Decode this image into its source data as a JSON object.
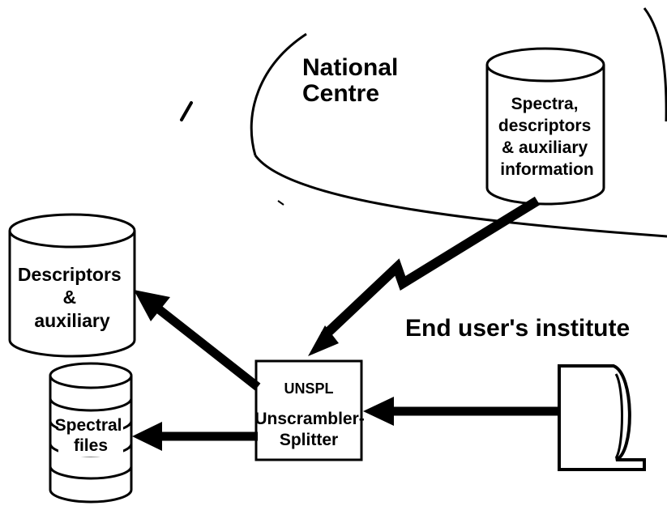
{
  "regions": {
    "national_centre": [
      "National",
      "Centre"
    ],
    "end_user_institute": "End user's institute"
  },
  "databases": {
    "central": [
      "Spectra,",
      "descriptors",
      "& auxiliary",
      "information"
    ],
    "descriptors": [
      "Descriptors",
      "&",
      "auxiliary"
    ],
    "spectral_files": [
      "Spectral",
      "files"
    ]
  },
  "unscrambler_box": {
    "code": "UNSPL",
    "name": [
      "Unscrambler-",
      "Splitter"
    ]
  },
  "icons": {
    "database": "cylinder-database-icon",
    "terminal": "computer-terminal-icon",
    "link": "zigzag-lightning-link-icon"
  },
  "colors": {
    "ink": "#000000",
    "background": "#ffffff"
  }
}
